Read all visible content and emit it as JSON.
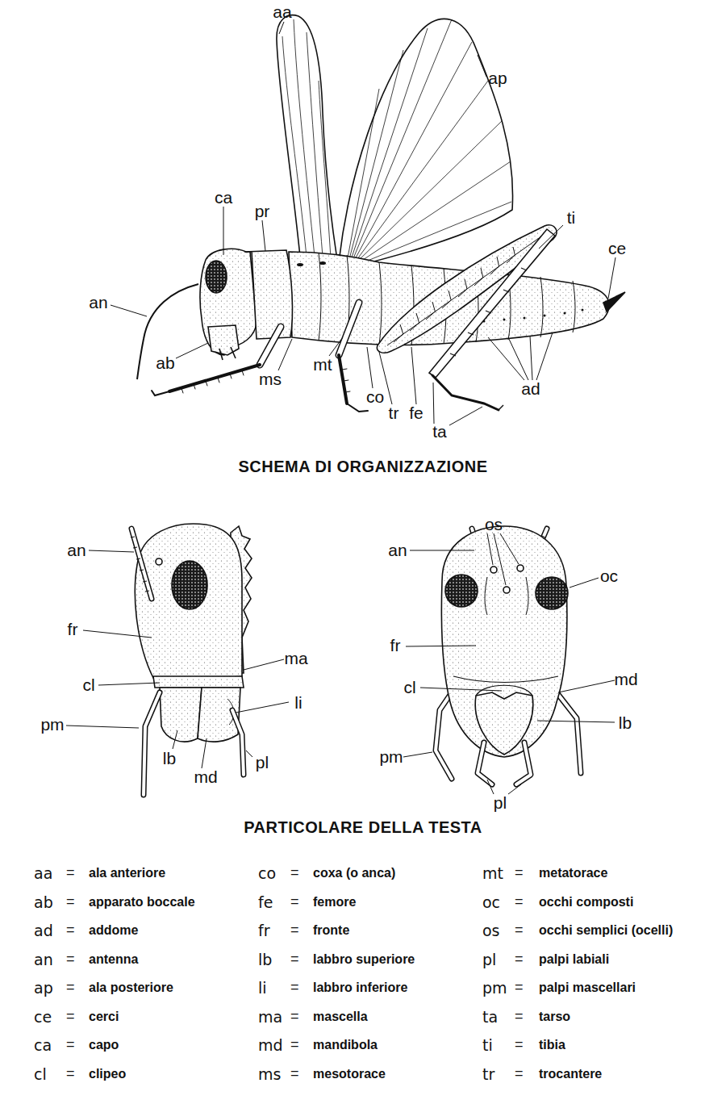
{
  "diagram": {
    "labels": [
      "aa",
      "ap",
      "ca",
      "pr",
      "ti",
      "ce",
      "an",
      "ab",
      "ms",
      "mt",
      "co",
      "tr",
      "fe",
      "ta",
      "ad",
      "SCHEMA DI ORGANIZZAZIONE",
      "an",
      "fr",
      "ma",
      "cl",
      "li",
      "pm",
      "lb",
      "md",
      "pl",
      "os",
      "an",
      "oc",
      "fr",
      "md",
      "cl",
      "lb",
      "pm",
      "pl",
      "PARTICOLARE DELLA TESTA",
      "aa",
      "=",
      "ala anteriore",
      "ab",
      "=",
      "apparato boccale",
      "ad",
      "=",
      "addome",
      "an",
      "=",
      "antenna",
      "ap",
      "=",
      "ala posteriore",
      "ce",
      "=",
      "cerci",
      "ca",
      "=",
      "capo",
      "cl",
      "=",
      "clipeo",
      "co",
      "=",
      "coxa (o anca)",
      "fe",
      "=",
      "femore",
      "fr",
      "=",
      "fronte",
      "lb",
      "=",
      "labbro superiore",
      "li",
      "=",
      "labbro inferiore",
      "ma",
      "=",
      "mascella",
      "md",
      "=",
      "mandibola",
      "ms",
      "=",
      "mesotorace",
      "mt",
      "=",
      "metatorace",
      "oc",
      "=",
      "occhi composti",
      "os",
      "=",
      "occhi semplici (ocelli)",
      "pl",
      "=",
      "palpi labiali",
      "pm",
      "=",
      "palpi mascellari",
      "ta",
      "=",
      "tarso",
      "ti",
      "=",
      "tibia",
      "tr",
      "=",
      "trocantere"
    ]
  }
}
